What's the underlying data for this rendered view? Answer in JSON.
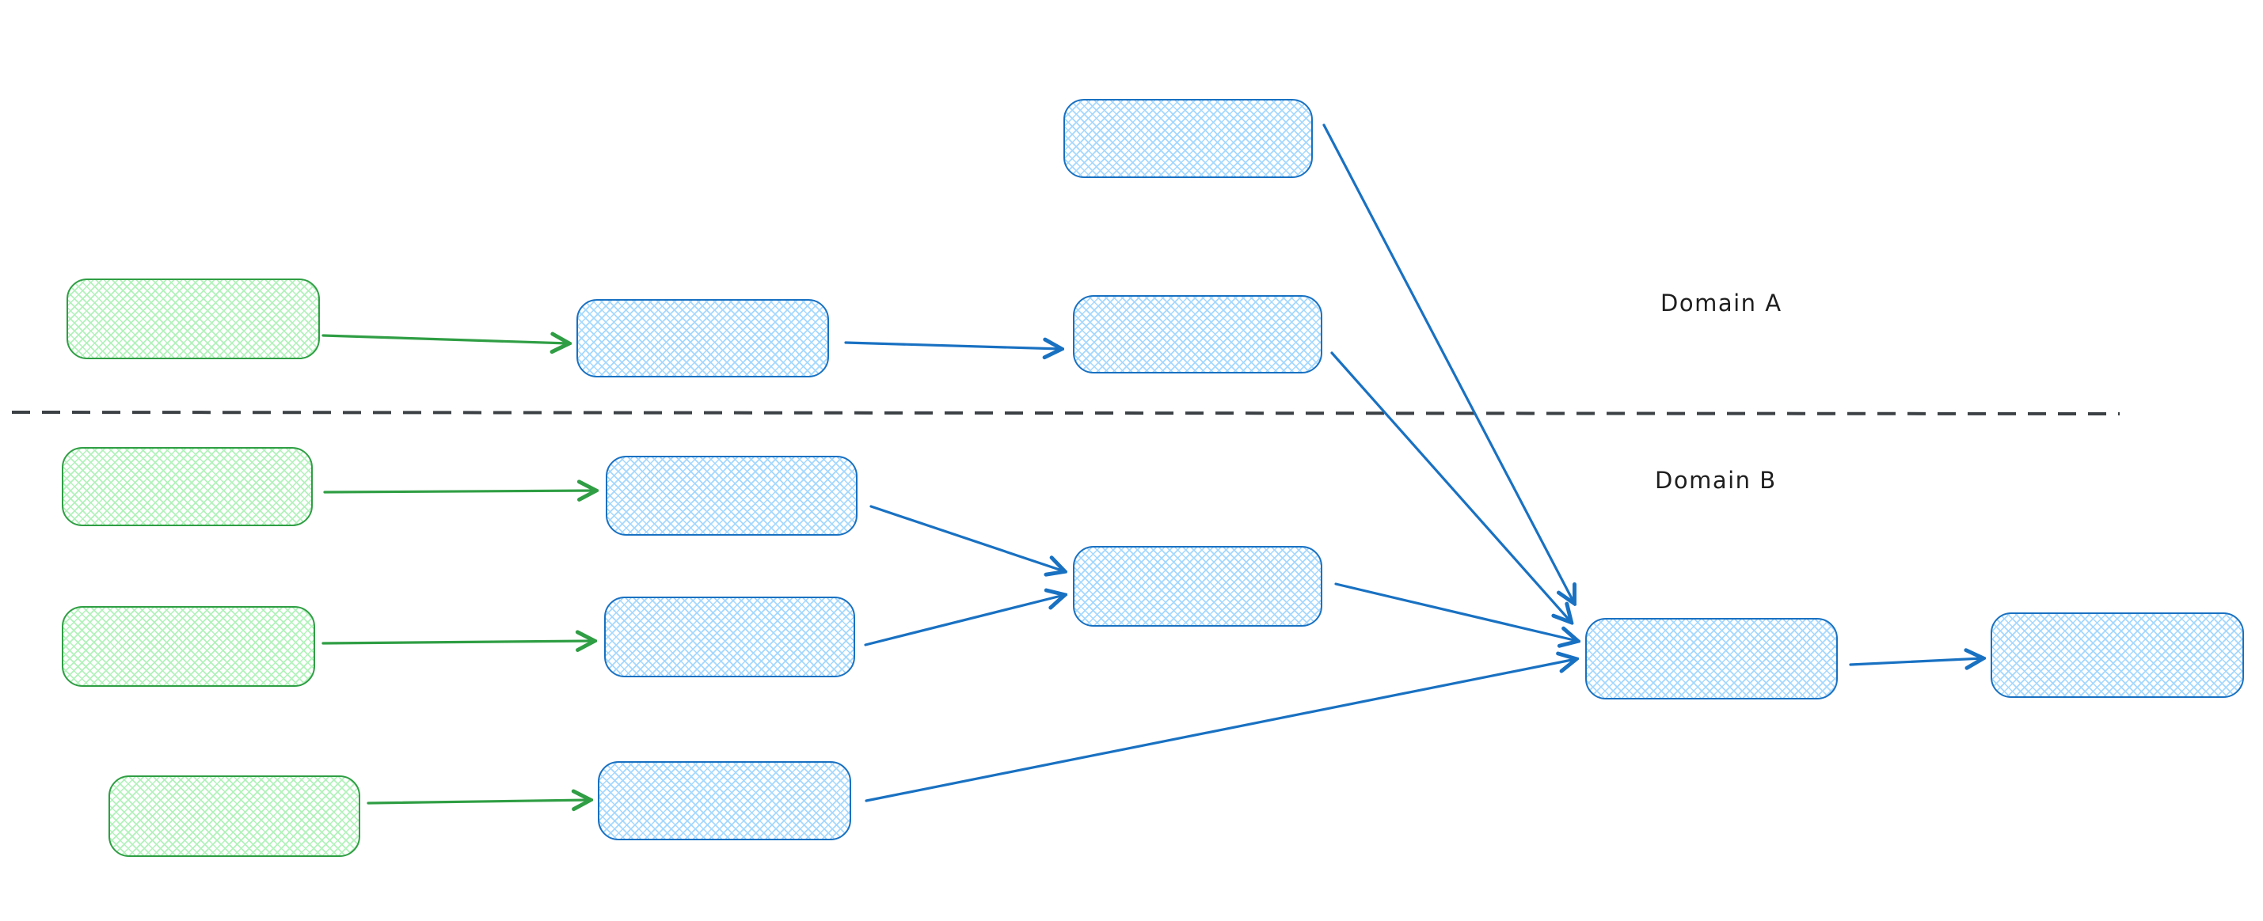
{
  "diagram": {
    "labels": {
      "domain_a": "Domain A",
      "domain_b": "Domain B"
    },
    "divider": {
      "style": "dashed",
      "orientation": "horizontal",
      "separates": [
        "Domain A",
        "Domain B"
      ]
    },
    "colors": {
      "green_stroke": "#2f9e44",
      "green_fill": "#b2f2bb",
      "blue_stroke": "#1971c2",
      "blue_fill": "#a5d8ff",
      "divider": "#3b4045",
      "label_text": "#1e1e1e",
      "canvas_background": "#ffffff"
    },
    "nodes": [
      {
        "id": "input-top",
        "domain": "A",
        "color": "blue",
        "shape": "rounded-rectangle",
        "fill_style": "cross-hatch",
        "label": ""
      },
      {
        "id": "source-a",
        "domain": "A",
        "color": "green",
        "shape": "rounded-rectangle",
        "fill_style": "cross-hatch",
        "label": ""
      },
      {
        "id": "process-a1",
        "domain": "A",
        "color": "blue",
        "shape": "rounded-rectangle",
        "fill_style": "cross-hatch",
        "label": ""
      },
      {
        "id": "process-a2",
        "domain": "A",
        "color": "blue",
        "shape": "rounded-rectangle",
        "fill_style": "cross-hatch",
        "label": ""
      },
      {
        "id": "source-b1",
        "domain": "B",
        "color": "green",
        "shape": "rounded-rectangle",
        "fill_style": "cross-hatch",
        "label": ""
      },
      {
        "id": "process-b1",
        "domain": "B",
        "color": "blue",
        "shape": "rounded-rectangle",
        "fill_style": "cross-hatch",
        "label": ""
      },
      {
        "id": "source-b2",
        "domain": "B",
        "color": "green",
        "shape": "rounded-rectangle",
        "fill_style": "cross-hatch",
        "label": ""
      },
      {
        "id": "process-b2",
        "domain": "B",
        "color": "blue",
        "shape": "rounded-rectangle",
        "fill_style": "cross-hatch",
        "label": ""
      },
      {
        "id": "merge-b",
        "domain": "B",
        "color": "blue",
        "shape": "rounded-rectangle",
        "fill_style": "cross-hatch",
        "label": ""
      },
      {
        "id": "source-b3",
        "domain": "B",
        "color": "green",
        "shape": "rounded-rectangle",
        "fill_style": "cross-hatch",
        "label": ""
      },
      {
        "id": "process-b3",
        "domain": "B",
        "color": "blue",
        "shape": "rounded-rectangle",
        "fill_style": "cross-hatch",
        "label": ""
      },
      {
        "id": "aggregate",
        "domain": "B",
        "color": "blue",
        "shape": "rounded-rectangle",
        "fill_style": "cross-hatch",
        "label": ""
      },
      {
        "id": "output",
        "domain": "B",
        "color": "blue",
        "shape": "rounded-rectangle",
        "fill_style": "cross-hatch",
        "label": ""
      }
    ],
    "edges": [
      {
        "from": "source-a",
        "to": "process-a1",
        "color": "green"
      },
      {
        "from": "process-a1",
        "to": "process-a2",
        "color": "blue"
      },
      {
        "from": "input-top",
        "to": "aggregate",
        "color": "blue"
      },
      {
        "from": "process-a2",
        "to": "aggregate",
        "color": "blue"
      },
      {
        "from": "source-b1",
        "to": "process-b1",
        "color": "green"
      },
      {
        "from": "process-b1",
        "to": "merge-b",
        "color": "blue"
      },
      {
        "from": "source-b2",
        "to": "process-b2",
        "color": "green"
      },
      {
        "from": "process-b2",
        "to": "merge-b",
        "color": "blue"
      },
      {
        "from": "merge-b",
        "to": "aggregate",
        "color": "blue"
      },
      {
        "from": "source-b3",
        "to": "process-b3",
        "color": "green"
      },
      {
        "from": "process-b3",
        "to": "aggregate",
        "color": "blue"
      },
      {
        "from": "aggregate",
        "to": "output",
        "color": "blue"
      }
    ]
  }
}
